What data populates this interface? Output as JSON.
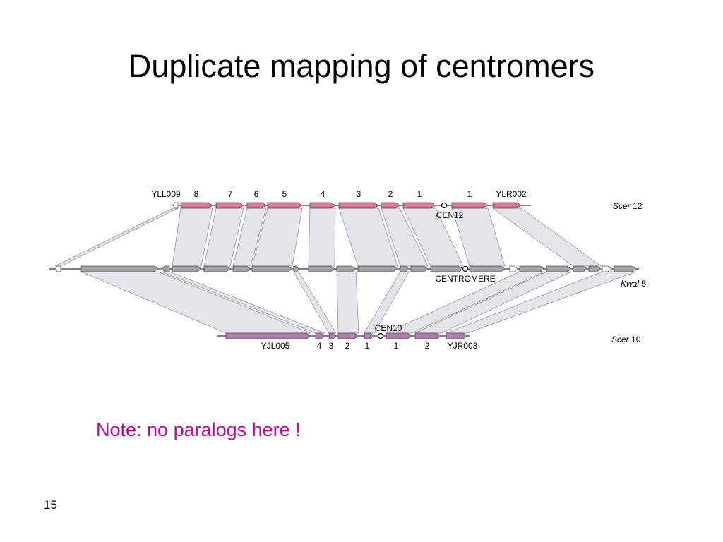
{
  "title": "Duplicate mapping of centromers",
  "note": "Note: no paralogs here !",
  "page_number": "15",
  "colors": {
    "scer_gene": "#d9779e",
    "kwal_gene": "#a3a3a8",
    "scer10_gene": "#b27dae",
    "synteny_band": "#e4e4ea",
    "note_text": "#cc0099"
  },
  "tracks": {
    "scer12": {
      "species": "Scer",
      "chromosome": "12"
    },
    "kwal": {
      "species": "Kwal",
      "chromosome": "5"
    },
    "scer10": {
      "species": "Scer",
      "chromosome": "10"
    }
  },
  "scer12_labels": [
    "YLL009",
    "8",
    "7",
    "6",
    "5",
    "4",
    "3",
    "2",
    "1",
    "1",
    "YLR002"
  ],
  "scer12_centromere": "CEN12",
  "kwal_centromere": "CENTROMERE",
  "scer10_centromere": "CEN10",
  "scer10_labels": [
    "YJL005",
    "4",
    "3",
    "2",
    "1",
    "1",
    "2",
    "YJR003"
  ]
}
